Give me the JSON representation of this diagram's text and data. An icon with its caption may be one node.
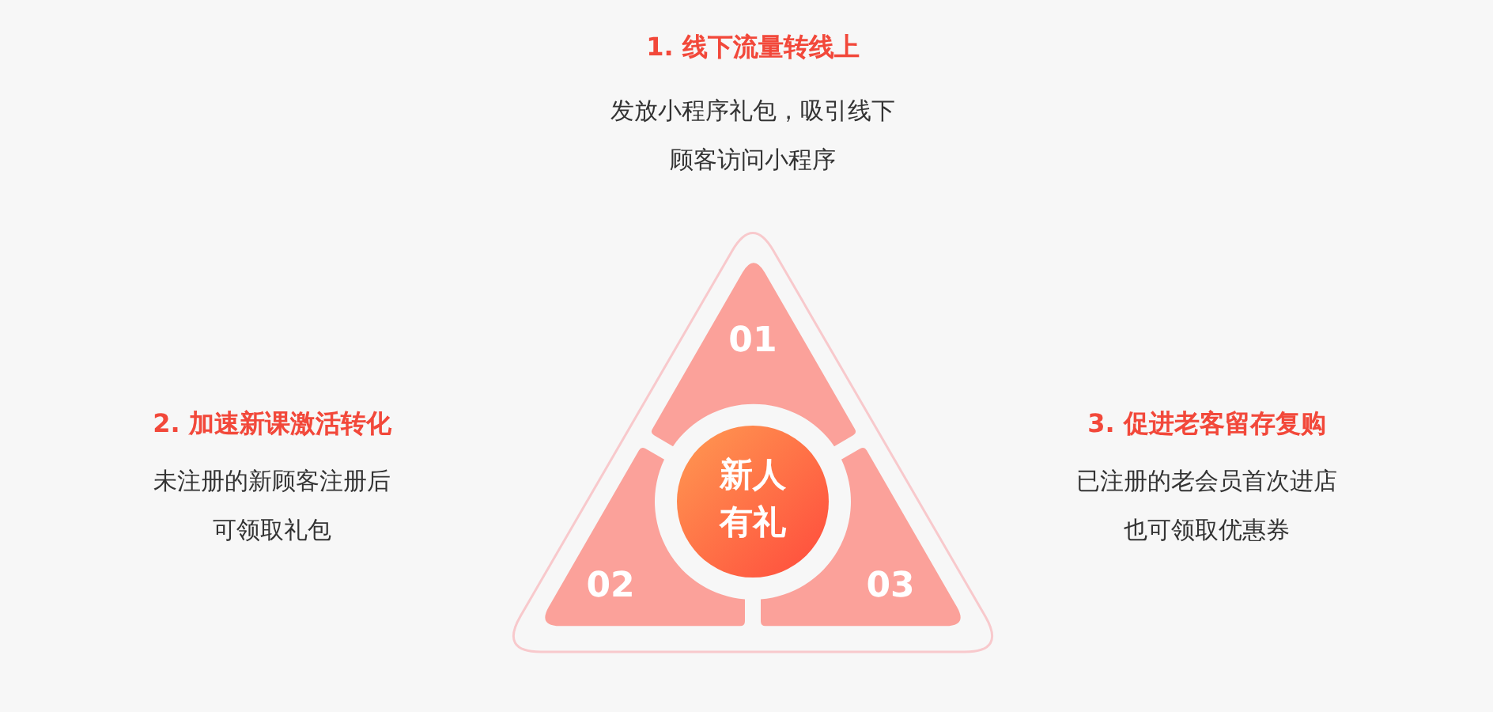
{
  "diagram": {
    "nodes": [
      {
        "text": [],
        "shape": "triangle"
      },
      {
        "text": [
          "01"
        ],
        "in": 0,
        "beside": [
          "1. 线下流量转线上",
          "发放小程序礼包，吸引线下顾客访问小程序"
        ]
      },
      {
        "text": [
          "02"
        ],
        "in": 0,
        "beside": [
          "2. 加速新课激活转化",
          "未注册的新顾客注册后可领取礼包"
        ]
      },
      {
        "text": [
          "03"
        ],
        "in": 0,
        "beside": [
          "3. 促进老客留存复购",
          "已注册的老会员首次进店也可领取优惠券"
        ]
      },
      {
        "text": [
          "新人有礼"
        ],
        "in": 0
      }
    ]
  }
}
